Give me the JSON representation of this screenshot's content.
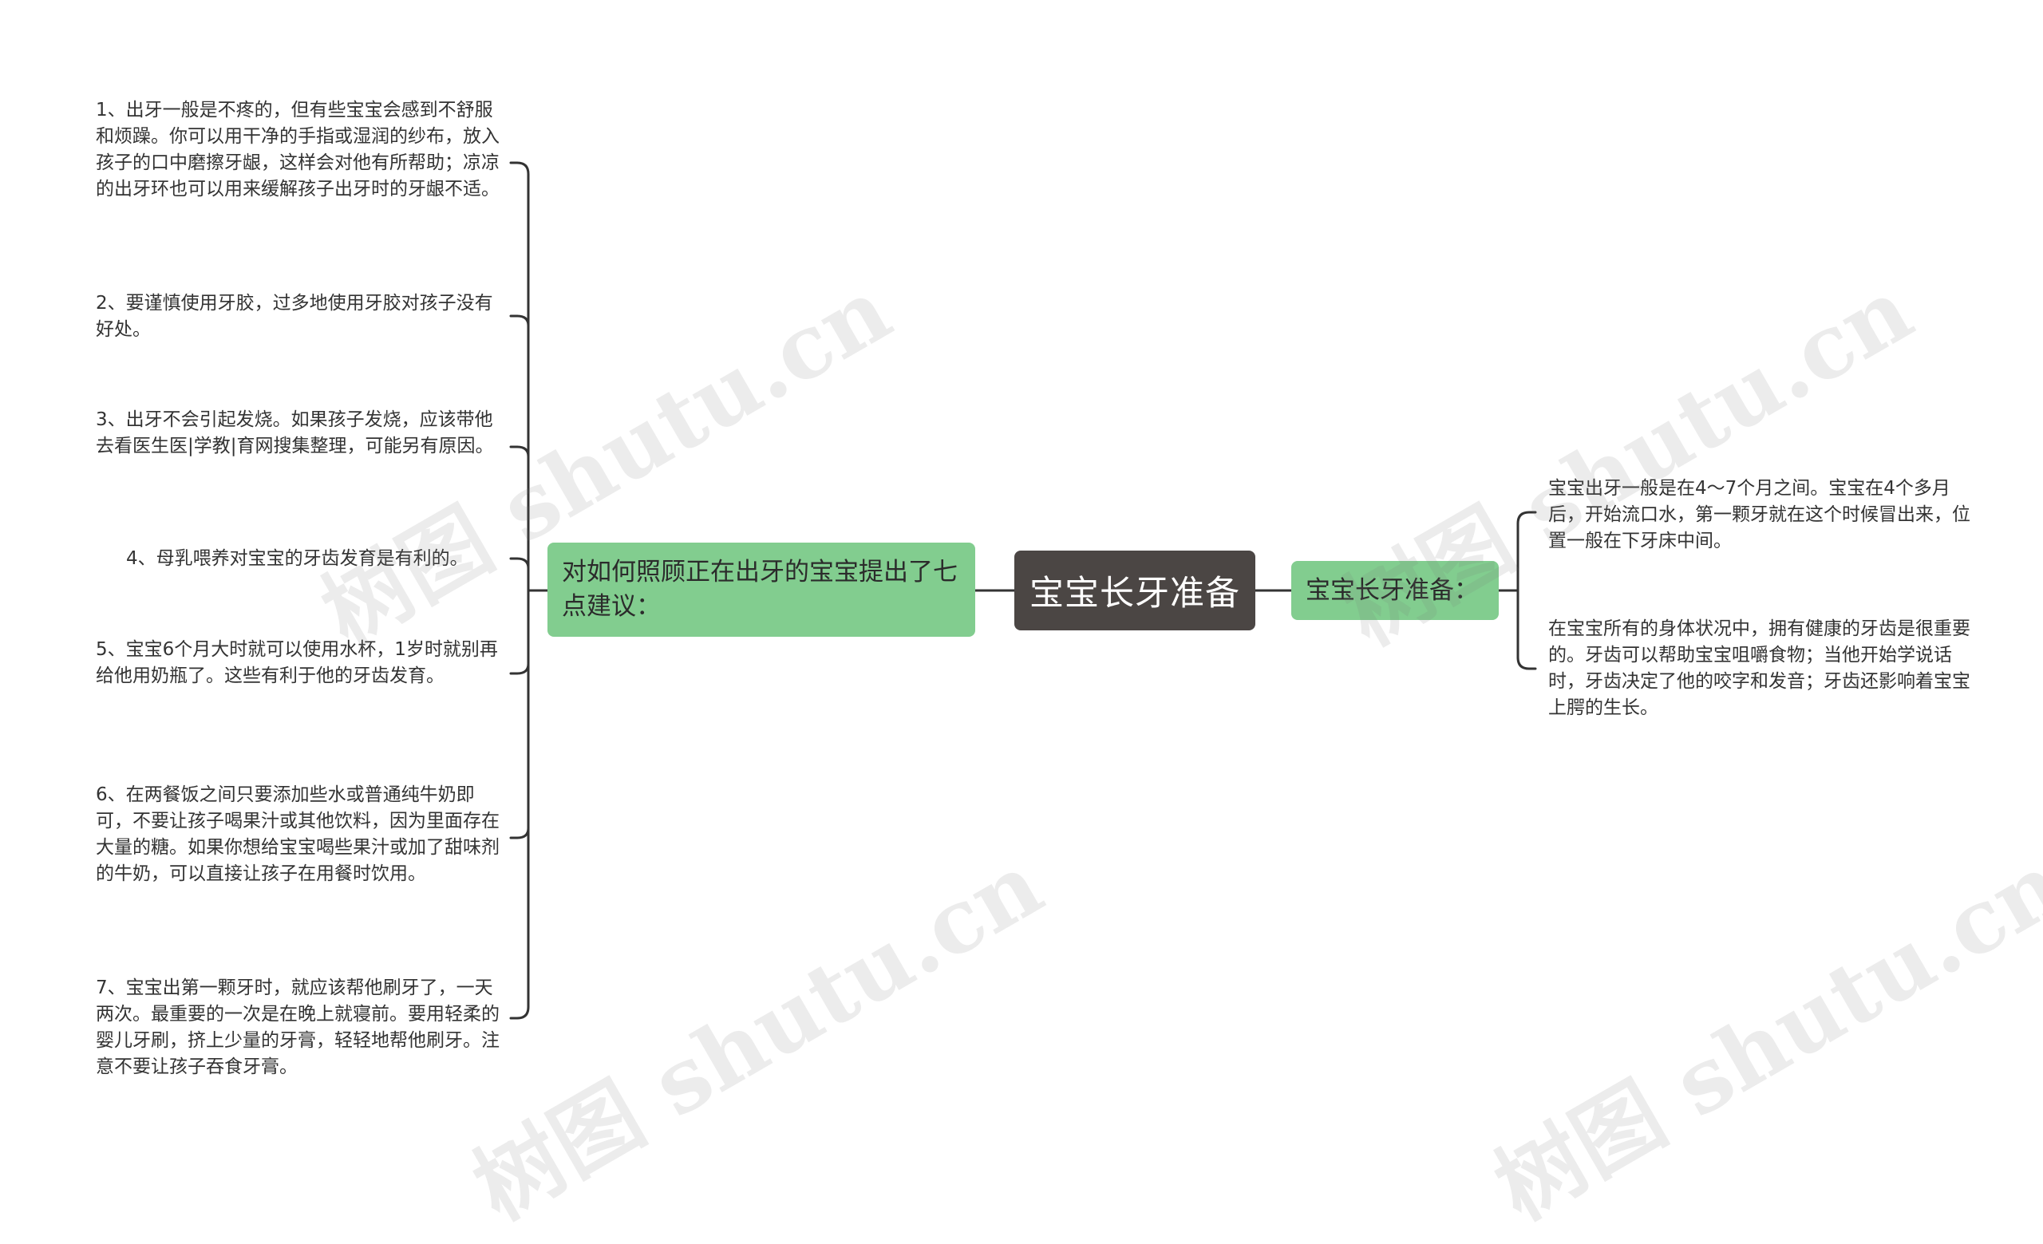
{
  "root": {
    "label": "宝宝长牙准备"
  },
  "left_branch": {
    "label": "对如何照顾正在出牙的宝宝提出了七点建议：",
    "items": [
      "1、出牙一般是不疼的，但有些宝宝会感到不舒服和烦躁。你可以用干净的手指或湿润的纱布，放入孩子的口中磨擦牙龈，这样会对他有所帮助；凉凉的出牙环也可以用来缓解孩子出牙时的牙龈不适。",
      "2、要谨慎使用牙胶，过多地使用牙胶对孩子没有好处。",
      "3、出牙不会引起发烧。如果孩子发烧，应该带他去看医生医|学教|育网搜集整理，可能另有原因。",
      "4、母乳喂养对宝宝的牙齿发育是有利的。",
      "5、宝宝6个月大时就可以使用水杯，1岁时就别再给他用奶瓶了。这些有利于他的牙齿发育。",
      "6、在两餐饭之间只要添加些水或普通纯牛奶即可，不要让孩子喝果汁或其他饮料，因为里面存在大量的糖。如果你想给宝宝喝些果汁或加了甜味剂的牛奶，可以直接让孩子在用餐时饮用。",
      "7、宝宝出第一颗牙时，就应该帮他刷牙了，一天两次。最重要的一次是在晚上就寝前。要用轻柔的婴儿牙刷，挤上少量的牙膏，轻轻地帮他刷牙。注意不要让孩子吞食牙膏。"
    ]
  },
  "right_branch": {
    "label": "宝宝长牙准备：",
    "items": [
      "宝宝出牙一般是在4～7个月之间。宝宝在4个多月后，开始流口水，第一颗牙就在这个时候冒出来，位置一般在下牙床中间。",
      "在宝宝所有的身体状况中，拥有健康的牙齿是很重要的。牙齿可以帮助宝宝咀嚼食物；当他开始学说话时，牙齿决定了他的咬字和发音；牙齿还影响着宝宝上腭的生长。"
    ]
  },
  "watermarks": [
    "树图 shutu.cn",
    "树图 shutu.cn",
    "树图 shutu.cn",
    "树图 shutu.cn"
  ],
  "colors": {
    "root_bg": "#4b4644",
    "branch_bg": "#82cd8f",
    "connector": "#333333"
  }
}
